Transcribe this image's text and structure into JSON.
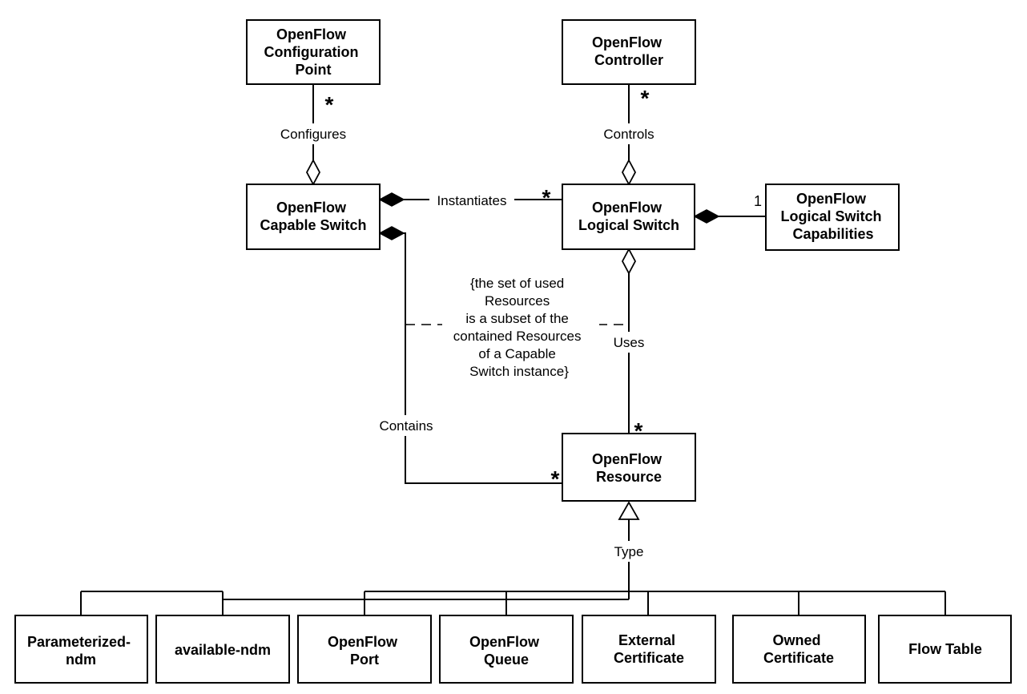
{
  "classes": {
    "config_point": [
      "OpenFlow",
      "Configuration",
      "Point"
    ],
    "controller": [
      "OpenFlow",
      "Controller"
    ],
    "capable_switch": [
      "OpenFlow",
      "Capable Switch"
    ],
    "logical_switch": [
      "OpenFlow",
      "Logical Switch"
    ],
    "ls_capabilities": [
      "OpenFlow",
      "Logical Switch",
      "Capabilities"
    ],
    "resource": [
      "OpenFlow",
      "Resource"
    ],
    "parameterized_ndm": [
      "Parameterized-",
      "ndm"
    ],
    "available_ndm": [
      "available-ndm"
    ],
    "port": [
      "OpenFlow",
      "Port"
    ],
    "queue": [
      "OpenFlow",
      "Queue"
    ],
    "external_cert": [
      "External",
      "Certificate"
    ],
    "owned_cert": [
      "Owned",
      "Certificate"
    ],
    "flow_table": [
      "Flow Table"
    ]
  },
  "associations": {
    "configures": "Configures",
    "controls": "Controls",
    "instantiates": "Instantiates",
    "uses": "Uses",
    "contains": "Contains",
    "type": "Type"
  },
  "multiplicities": {
    "many": "*",
    "one": "1"
  },
  "constraint": [
    "{the set of used",
    "Resources",
    "is a subset of the",
    "contained Resources",
    "of a Capable",
    "Switch instance}"
  ]
}
